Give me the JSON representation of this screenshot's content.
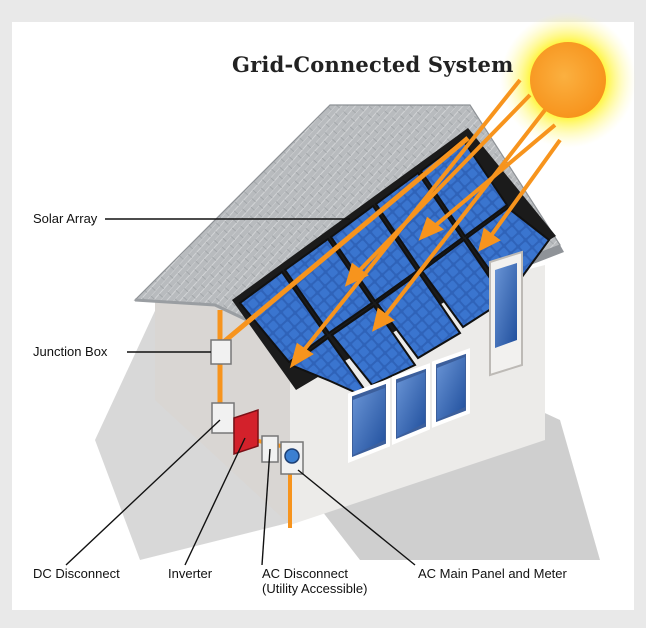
{
  "title": "Grid-Connected System",
  "labels": {
    "solar_array": "Solar Array",
    "junction_box": "Junction Box",
    "dc_disconnect": "DC Disconnect",
    "inverter": "Inverter",
    "ac_disconnect_line1": "AC Disconnect",
    "ac_disconnect_line2": "(Utility Accessible)",
    "ac_main_panel": "AC Main Panel and Meter"
  },
  "colors": {
    "sun_core": "#f7941d",
    "sun_glow": "#fff200",
    "panel_blue": "#2b5fb8",
    "wiring": "#f7941d",
    "inverter": "#d3212b",
    "roof": "#b9bcbf",
    "wall": "#e7e4e2"
  }
}
